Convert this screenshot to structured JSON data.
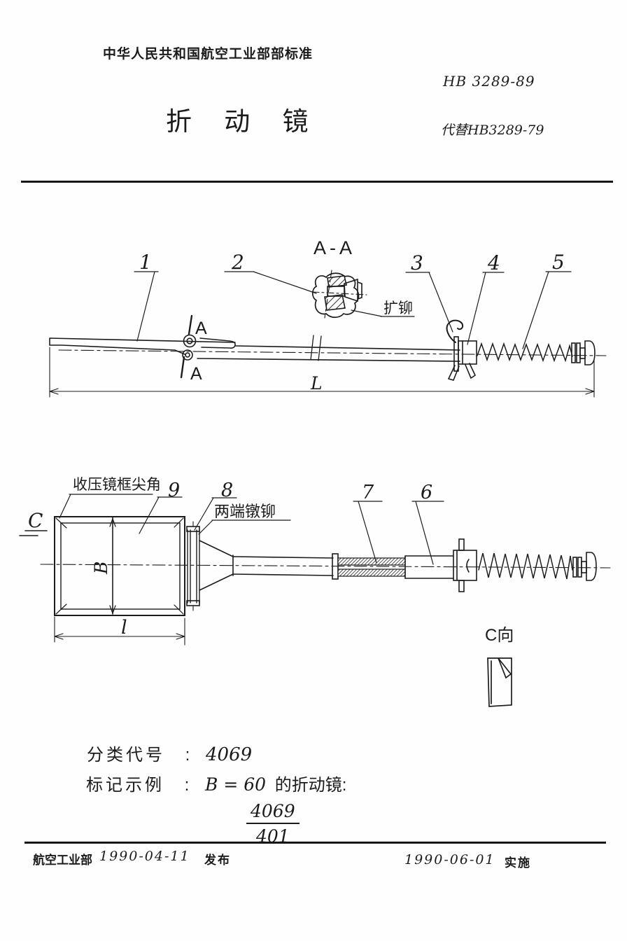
{
  "doc": {
    "standard_org": "中华人民共和国航空工业部部标准",
    "standard_code": "HB 3289-89",
    "title": "折 动 镜",
    "replaces": "代替HB3289-79"
  },
  "drawing1": {
    "section_view_label": "A-A",
    "rivet_note": "扩铆",
    "section_cut_letter": "A",
    "length_dim": "L",
    "part_labels": [
      "1",
      "2",
      "3",
      "4",
      "5"
    ]
  },
  "drawing2": {
    "corner_note": "收压镜框尖角",
    "ends_rivet_note": "两端镦铆",
    "view_letter": "C",
    "view_detail_label": "C向",
    "width_dim": "B",
    "length_dim": "l",
    "part_labels": [
      "9",
      "8",
      "7",
      "6"
    ]
  },
  "classification": {
    "code_label": "分类代号",
    "colon": ":",
    "code_value": "4069",
    "example_label": "标记示例",
    "example_value": "B = 60",
    "example_suffix": "的折动镜:",
    "fraction_numerator": "4069",
    "fraction_denominator": "401"
  },
  "footer": {
    "issuer": "航空工业部",
    "issue_date": "1990-04-11",
    "issue_action": "发布",
    "implement_date": "1990-06-01",
    "implement_action": "实施"
  }
}
